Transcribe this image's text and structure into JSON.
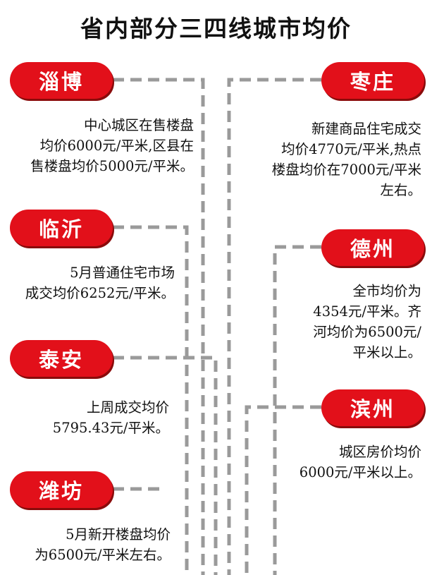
{
  "title": "省内部分三四线城市均价",
  "cities": {
    "zibo": {
      "name": "淄博",
      "text": "中心城区在售楼盘\n均价6000元/平米,区县在\n售楼盘均价5000元/平米。"
    },
    "linyi": {
      "name": "临沂",
      "text": "5月普通住宅市场\n成交均价6252元/平米。"
    },
    "taian": {
      "name": "泰安",
      "text": "上周成交均价\n5795.43元/平米。"
    },
    "weifang": {
      "name": "潍坊",
      "text": "5月新开楼盘均价\n为6500元/平米左右。"
    },
    "zaozhuang": {
      "name": "枣庄",
      "text": "新建商品住宅成交\n均价4770元/平米,热点\n楼盘均价在7000元/平米\n左右。"
    },
    "dezhou": {
      "name": "德州",
      "text": "全市均价为\n4354元/平米。齐\n河均价为6500元/\n平米以上。"
    },
    "binzhou": {
      "name": "滨州",
      "text": "城区房价均价\n6000元/平米以上。"
    }
  },
  "colors": {
    "accent": "#e2101a",
    "connector": "#9a9a9a"
  }
}
